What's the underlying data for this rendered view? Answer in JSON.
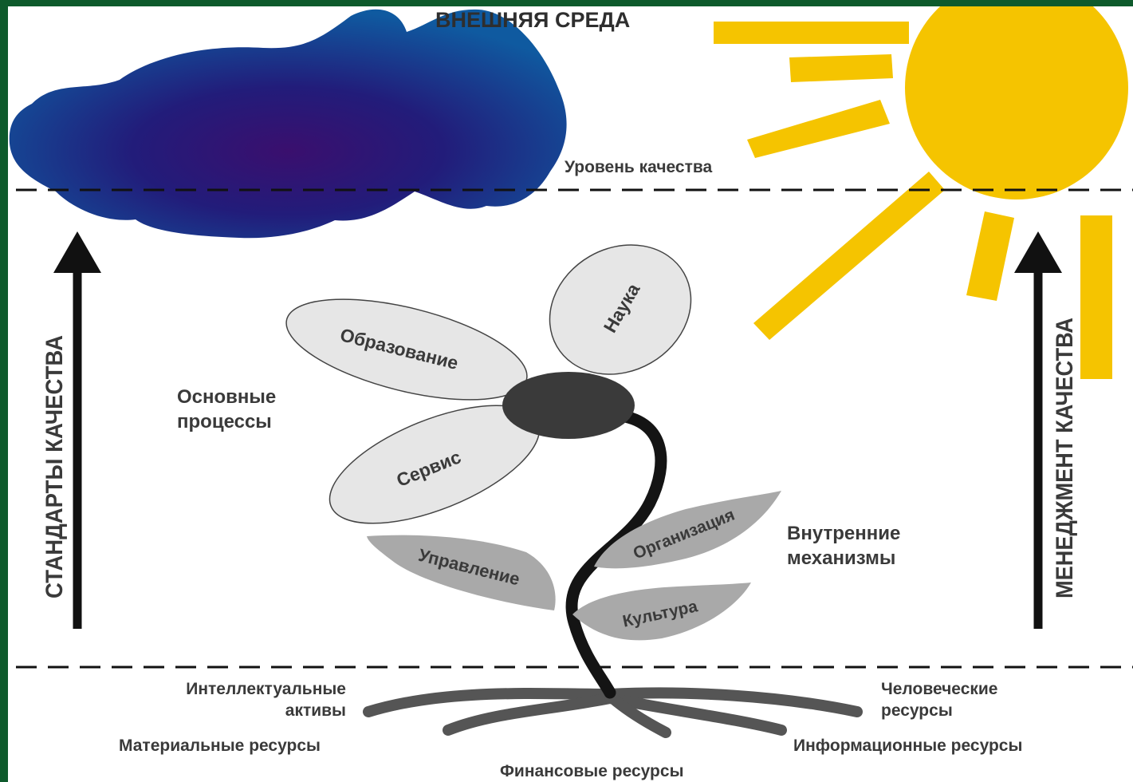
{
  "title": "ВНЕШНЯЯ СРЕДА",
  "quality_level": "Уровень качества",
  "left_axis": "СТАНДАРТЫ КАЧЕСТВА",
  "right_axis": "МЕНЕДЖМЕНТ КАЧЕСТВА",
  "core_processes": {
    "line1": "Основные",
    "line2": "процессы"
  },
  "internal_mechanisms": {
    "line1": "Внутренние",
    "line2": "механизмы"
  },
  "petals": {
    "education": "Образование",
    "science": "Наука",
    "service": "Сервис"
  },
  "leaves": {
    "management": "Управление",
    "organization": "Организация",
    "culture": "Культура"
  },
  "roots": {
    "intellectual_line1": "Интеллектуальные",
    "intellectual_line2": "активы",
    "material": "Материальные ресурсы",
    "financial": "Финансовые ресурсы",
    "human_line1": "Человеческие",
    "human_line2": "ресурсы",
    "information": "Информационные ресурсы"
  },
  "colors": {
    "cloud_dark": "#3a0f6e",
    "cloud_mid": "#221c7a",
    "cloud_edge": "#0f5aa0",
    "sun": "#f5c400",
    "petal": "#e6e6e6",
    "leaf": "#a9a9a9",
    "stem": "#141414",
    "flower_center": "#3a3a3a",
    "root": "#555555",
    "frame": "#0e5a2c"
  }
}
